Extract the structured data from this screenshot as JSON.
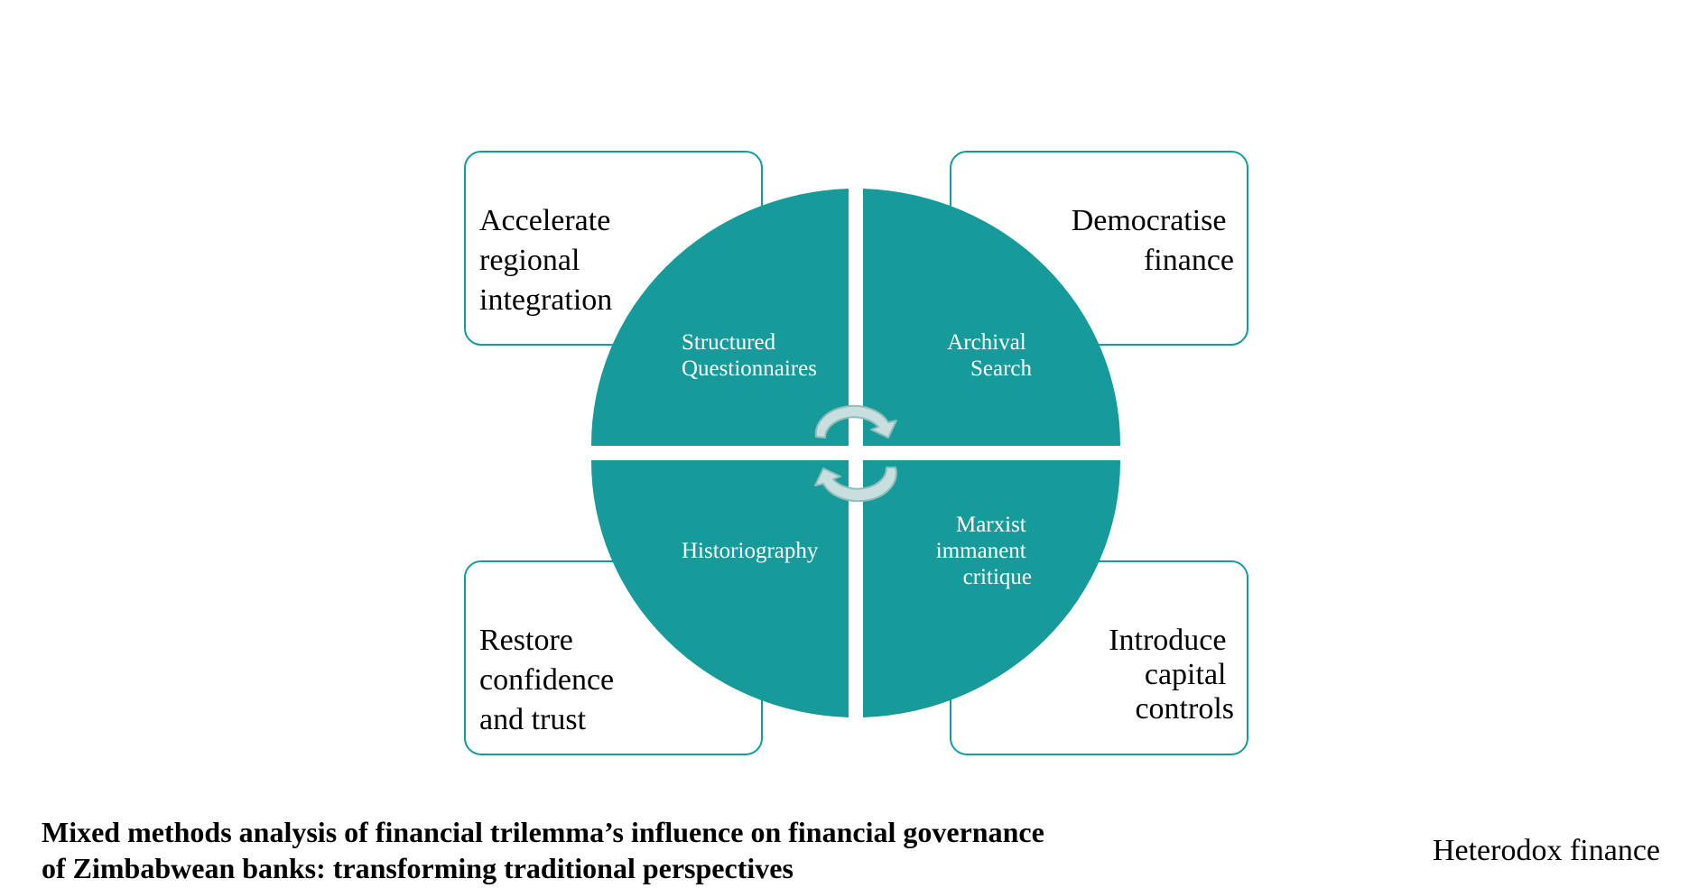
{
  "diagram": {
    "corner_boxes": {
      "top_left": [
        "Accelerate",
        "regional",
        "integration"
      ],
      "top_right": [
        "Democratise",
        "finance"
      ],
      "bottom_left": [
        "Restore",
        "confidence",
        "and trust"
      ],
      "bottom_right": [
        "Introduce",
        "capital",
        "controls"
      ]
    },
    "quadrants": {
      "top_left": [
        "Structured",
        "Questionnaires"
      ],
      "top_right": [
        "Archival",
        "Search"
      ],
      "bottom_left": [
        "Historiography"
      ],
      "bottom_right": [
        "Marxist",
        "immanent",
        "critique"
      ]
    },
    "colors": {
      "quadrant_fill": "#179B9A",
      "box_border": "#179B9A",
      "arrow_fill": "#C9DEDE",
      "arrow_stroke": "#8FBCBB"
    }
  },
  "caption": {
    "line1": "Mixed methods analysis of financial trilemma’s influence on financial governance",
    "line2": "of Zimbabwean banks: transforming traditional perspectives"
  },
  "category": "Heterodox finance"
}
